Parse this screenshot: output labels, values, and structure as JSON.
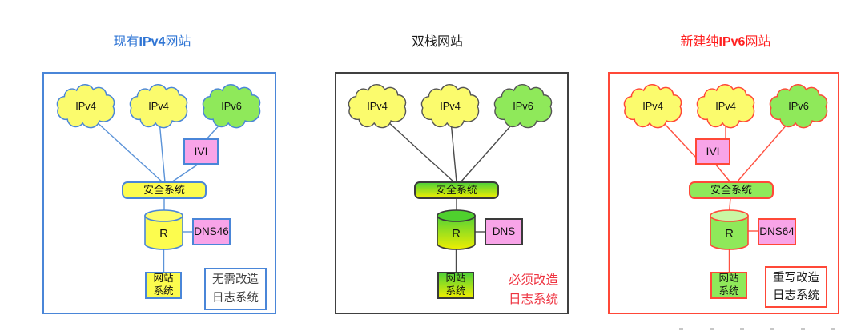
{
  "figure": {
    "type": "network-architecture-comparison",
    "colors": {
      "panel1_accent": "#2e74d4",
      "panel2_accent": "#1a1a1a",
      "panel3_accent": "#ff1f1f",
      "yellow_fill": "#fcfc4e",
      "green_fill": "#8fe95a",
      "pink_fill": "#f8a4e8",
      "gradient_top": "#52d236",
      "gradient_bottom": "#edee02",
      "note_red": "#ee3340"
    }
  },
  "panels": [
    {
      "title_prefix": "现有",
      "title_highlight": "IPv4",
      "title_suffix": "网站",
      "clouds": [
        {
          "label": "IPv4"
        },
        {
          "label": "IPv4"
        },
        {
          "label": "IPv6"
        }
      ],
      "ivi": {
        "label": "IVI"
      },
      "security": {
        "label": "安全系统"
      },
      "router": {
        "label": "R"
      },
      "dns": {
        "label": "DNS46"
      },
      "website": {
        "line1": "网站",
        "line2": "系统"
      },
      "note": {
        "line1": "无需改造",
        "line2": "日志系统"
      }
    },
    {
      "title_prefix": "双栈网站",
      "title_highlight": "",
      "title_suffix": "",
      "clouds": [
        {
          "label": "IPv4"
        },
        {
          "label": "IPv4"
        },
        {
          "label": "IPv6"
        }
      ],
      "security": {
        "label": "安全系统"
      },
      "router": {
        "label": "R"
      },
      "dns": {
        "label": "DNS"
      },
      "website": {
        "line1": "网站",
        "line2": "系统"
      },
      "note": {
        "line1": "必须改造",
        "line2": "日志系统"
      }
    },
    {
      "title_prefix": "新建纯",
      "title_highlight": "IPv6",
      "title_suffix": "网站",
      "clouds": [
        {
          "label": "IPv4"
        },
        {
          "label": "IPv4"
        },
        {
          "label": "IPv6"
        }
      ],
      "ivi": {
        "label": "IVI"
      },
      "security": {
        "label": "安全系统"
      },
      "router": {
        "label": "R"
      },
      "dns": {
        "label": "DNS64"
      },
      "website": {
        "line1": "网站",
        "line2": "系统"
      },
      "note": {
        "line1": "重写改造",
        "line2": "日志系统"
      }
    }
  ]
}
